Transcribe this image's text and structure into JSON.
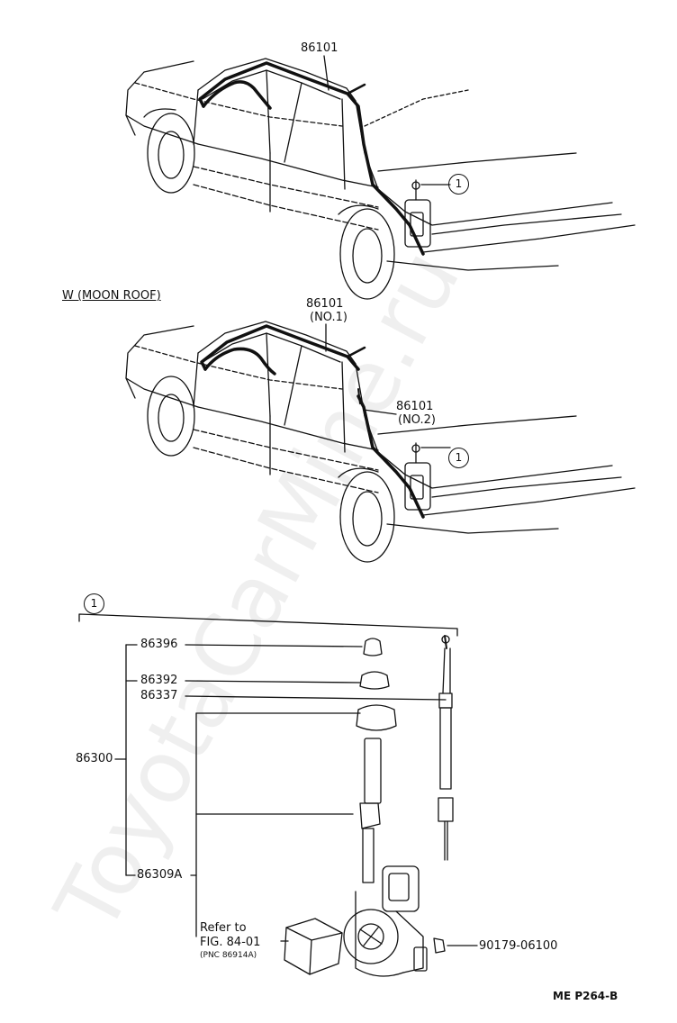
{
  "watermark": "ToyotaCarMine.ru",
  "top_view": {
    "part_label": "86101",
    "callout": "1"
  },
  "moon_roof_view": {
    "section_label": "W (MOON ROOF)",
    "part_label_1": "86101",
    "part_label_1_sub": "(NO.1)",
    "part_label_2": "86101",
    "part_label_2_sub": "(NO.2)",
    "callout": "1"
  },
  "assembly": {
    "callout": "1",
    "labels": {
      "p86396": "86396",
      "p86392": "86392",
      "p86337": "86337",
      "p86300": "86300",
      "p86309A": "86309A",
      "refer_line1": "Refer to",
      "refer_line2": "FIG. 84-01",
      "refer_line3": "(PNC 86914A)",
      "p90179": "90179-06100"
    }
  },
  "footer": {
    "code": "ME P264-B"
  }
}
